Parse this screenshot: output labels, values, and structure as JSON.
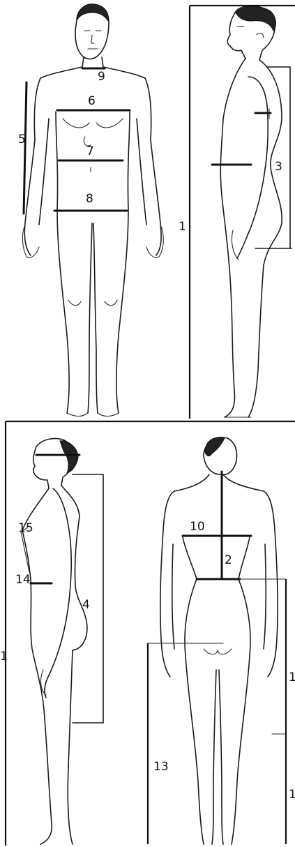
{
  "colors": {
    "ink": "#111111",
    "background": "#ffffff"
  },
  "figures": [
    {
      "id": "male-front",
      "labels": [
        "9",
        "6",
        "5",
        "7",
        "8",
        "1"
      ]
    },
    {
      "id": "male-side",
      "labels": [
        "3"
      ]
    },
    {
      "id": "female-side",
      "labels": [
        "15",
        "14",
        "4",
        "1"
      ]
    },
    {
      "id": "female-back",
      "labels": [
        "10",
        "2",
        "13",
        "1",
        "1"
      ]
    }
  ],
  "labels": {
    "m9": "9",
    "m6": "6",
    "m5": "5",
    "m7": "7",
    "m8": "8",
    "m1": "1",
    "s3": "3",
    "f15": "15",
    "f14": "14",
    "f4": "4",
    "fl1": "1",
    "b10": "10",
    "b2": "2",
    "b13": "13",
    "br1a": "1",
    "br1b": "1"
  }
}
